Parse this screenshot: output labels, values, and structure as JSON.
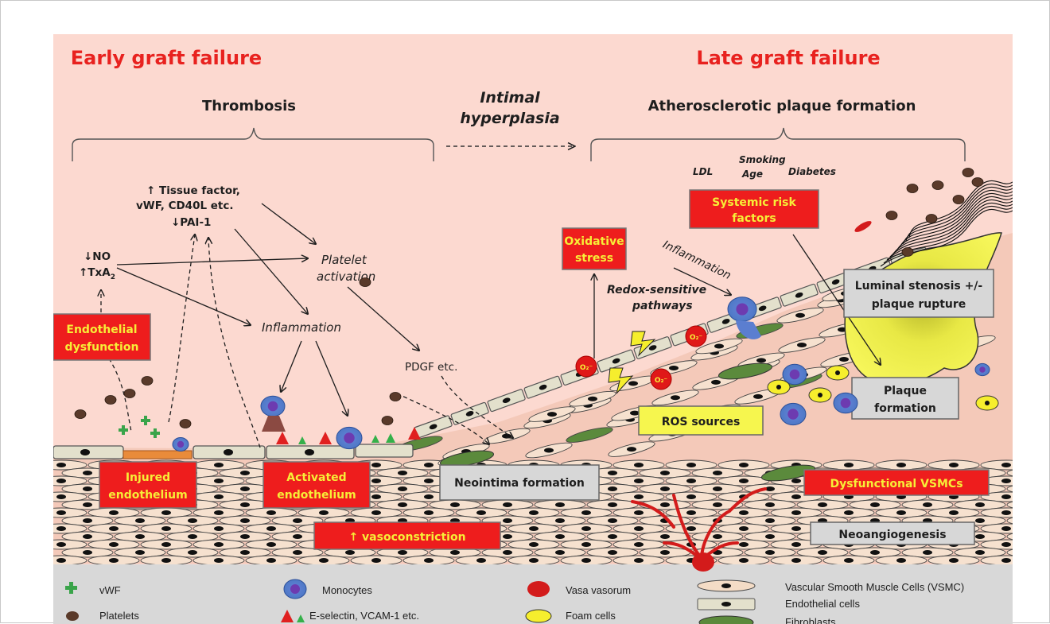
{
  "headers": {
    "early": "Early graft failure",
    "late": "Late graft failure",
    "thrombosis": "Thrombosis",
    "intimal_1": "Intimal",
    "intimal_2": "hyperplasia",
    "atherosclerotic": "Atherosclerotic plaque formation"
  },
  "labels": {
    "tissue_factor": "↑ Tissue factor,",
    "vwf_cd40l": "vWF, CD40L etc.",
    "pai1": "↓PAI-1",
    "no": "↓NO",
    "txa2": "↑TxA",
    "txa2_sub": "2",
    "platelet_activation_1": "Platelet",
    "platelet_activation_2": "activation",
    "inflammation_left": "Inflammation",
    "pdgf": "PDGF etc.",
    "ldl": "LDL",
    "smoking": "Smoking",
    "age": "Age",
    "diabetes": "Diabetes",
    "inflammation_right": "Inflammation",
    "redox_1": "Redox-sensitive",
    "redox_2": "pathways",
    "o2": "O₂⁻"
  },
  "boxes": {
    "endothelial_dysfunction": [
      "Endothelial",
      "dysfunction"
    ],
    "injured_endothelium": [
      "Injured",
      "endothelium"
    ],
    "activated_endothelium": [
      "Activated",
      "endothelium"
    ],
    "vasoconstriction": "↑ vasoconstriction",
    "neointima": "Neointima formation",
    "oxidative_stress": [
      "Oxidative",
      "stress"
    ],
    "systemic_risk": [
      "Systemic risk",
      "factors"
    ],
    "luminal_stenosis": [
      "Luminal stenosis +/-",
      "plaque rupture"
    ],
    "ros_sources": "ROS sources",
    "plaque_formation": [
      "Plaque",
      "formation"
    ],
    "dysfunctional_vsmcs": "Dysfunctional VSMCs",
    "neoangiogenesis": "Neoangiogenesis"
  },
  "legend": {
    "vwf": "vWF",
    "platelets": "Platelets",
    "monocytes": "Monocytes",
    "eselectin": "E-selectin, VCAM-1 etc.",
    "vasa_vasorum": "Vasa vasorum",
    "foam_cells": "Foam cells",
    "vsmc": "Vascular Smooth  Muscle Cells (VSMC)",
    "endothelial_cells": "Endothelial cells",
    "fibroblasts": "Fibroblasts"
  },
  "colors": {
    "background": "#fcd9d0",
    "tissue": "#f4c9b9",
    "red_box": "#ee1d1d",
    "yellow_text": "#f7ee37",
    "grey_box": "#d7d7d7",
    "legend_bg": "#d8d8d8"
  }
}
